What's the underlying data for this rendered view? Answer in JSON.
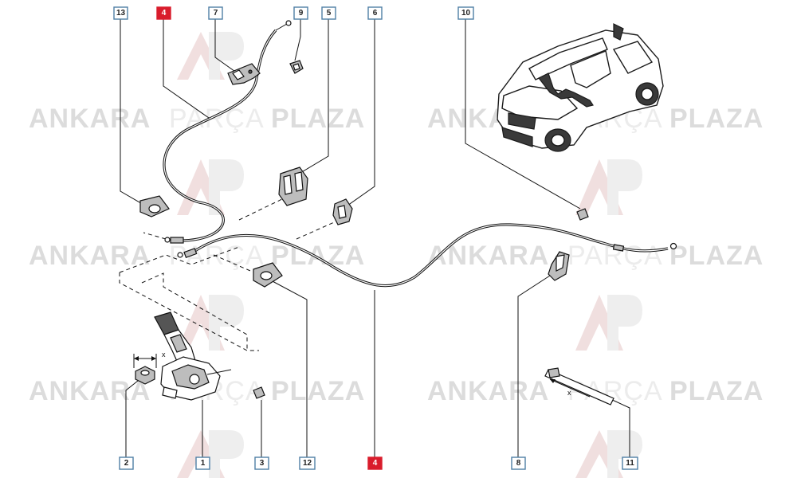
{
  "watermark": {
    "brand_word_1": "ANKARA",
    "brand_word_2": "PARÇA",
    "brand_word_3": "PLAZA",
    "logo_text": "AP"
  },
  "callouts": {
    "c13": "13",
    "c4_top": "4",
    "c7": "7",
    "c9": "9",
    "c5": "5",
    "c6": "6",
    "c10": "10",
    "c2": "2",
    "c1": "1",
    "c3": "3",
    "c12": "12",
    "c4_bottom": "4",
    "c8": "8",
    "c11": "11"
  },
  "dimensions": {
    "x_lever": "x",
    "x_tie": "x"
  },
  "colors": {
    "highlight": "#d91c2c",
    "callout_border": "#4f7fa6",
    "watermark": "#dcdcdc"
  }
}
